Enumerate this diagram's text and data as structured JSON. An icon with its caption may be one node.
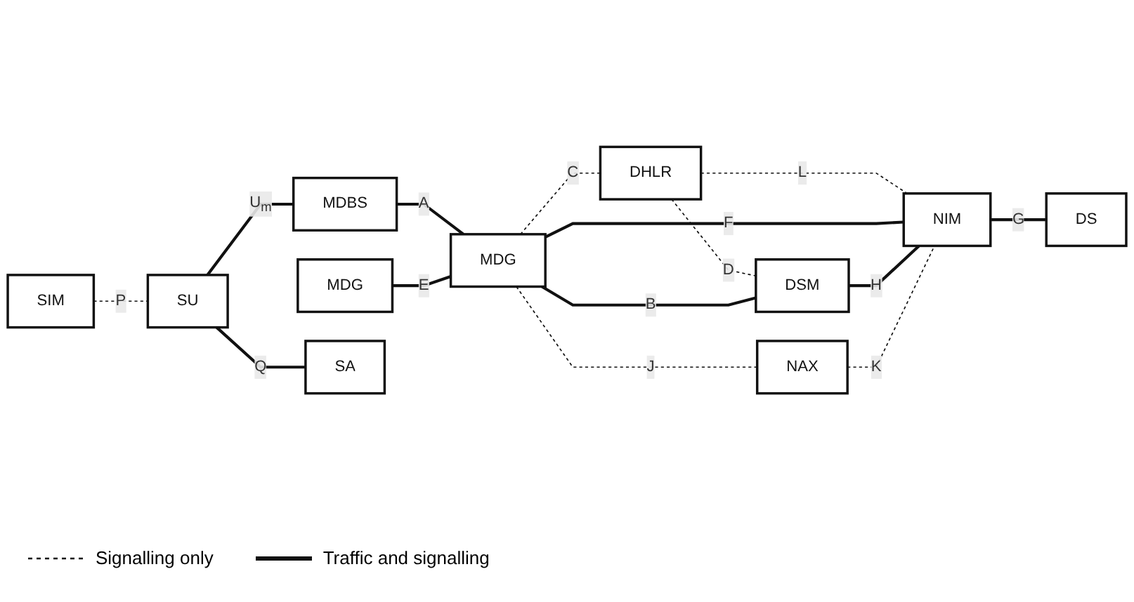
{
  "diagram": {
    "nodes": [
      {
        "text": [
          "SIM"
        ]
      },
      {
        "text": [
          "MDG"
        ]
      },
      {
        "text": [
          "DHLR"
        ]
      },
      {
        "text": [
          "SU"
        ]
      },
      {
        "text": [
          "MDBS"
        ]
      },
      {
        "text": [
          "MDG"
        ]
      },
      {
        "text": [
          "DSM"
        ]
      },
      {
        "text": [
          "SA"
        ]
      },
      {
        "text": [
          "NAX"
        ]
      },
      {
        "text": [
          "NIM"
        ]
      },
      {
        "text": [
          "DS"
        ]
      }
    ],
    "edges": [
      {
        "from": 0,
        "to": 3,
        "arrow": "none",
        "label": "P",
        "style": "dashed"
      },
      {
        "from": 3,
        "to": 7,
        "arrow": "none",
        "label": "Q"
      },
      {
        "from": 3,
        "to": 4,
        "arrow": "none",
        "label": "U$_{m}$"
      },
      {
        "from": 4,
        "to": 5,
        "arrow": "none",
        "label": "A"
      },
      {
        "from": 1,
        "to": 5,
        "arrow": "none",
        "label": "E"
      },
      {
        "from": 5,
        "to": 2,
        "arrow": "none",
        "label": "C",
        "style": "dashed"
      },
      {
        "from": 2,
        "to": 6,
        "arrow": "none",
        "label": "D",
        "style": "dashed"
      },
      {
        "from": 2,
        "to": 9,
        "arrow": "none",
        "label": "L",
        "style": "dashed"
      },
      {
        "from": 5,
        "to": 6,
        "arrow": "none",
        "label": "B"
      },
      {
        "from": 5,
        "to": 8,
        "arrow": "none",
        "label": "J",
        "style": "dashed"
      },
      {
        "from": 5,
        "to": 9,
        "arrow": "none",
        "label": "F"
      },
      {
        "from": 6,
        "to": 9,
        "arrow": "none",
        "label": "H"
      },
      {
        "from": 8,
        "to": 9,
        "arrow": "none",
        "label": "K",
        "style": "dashed"
      },
      {
        "from": 9,
        "to": 10,
        "arrow": "none",
        "label": "G"
      }
    ],
    "legend": [
      {
        "text": "Signalling only"
      },
      {
        "text": "Traffic and signalling"
      }
    ]
  }
}
